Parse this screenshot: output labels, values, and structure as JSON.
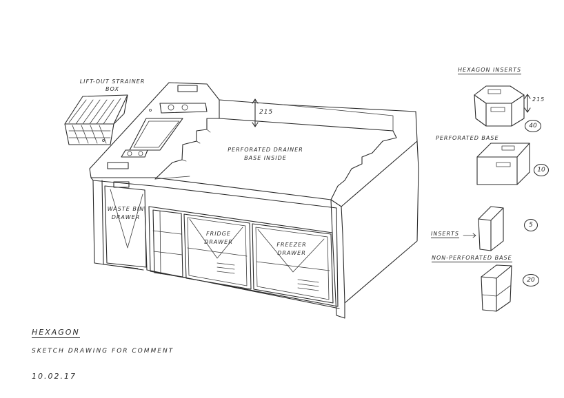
{
  "labels": {
    "strainer_box": "LIFT-OUT STRAINER BOX",
    "dim_main": "215",
    "drainer_base": "PERFORATED DRAINER BASE INSIDE",
    "waste_bin": "WASTE BIN DRAWER",
    "fridge_drawer": "FRIDGE DRAWER",
    "freezer_drawer": "FREEZER DRAWER",
    "hexagon_inserts": "HEXAGON INSERTS",
    "dim_insert": "215",
    "perforated_base": "PERFORATED BASE",
    "inserts": "INSERTS",
    "non_perforated_base": "NON-PERFORATED BASE"
  },
  "counts": {
    "hexagon_inserts": "40",
    "perforated_base": "10",
    "inserts": "5",
    "non_perforated_base": "20"
  },
  "title_block": {
    "name": "HEXAGON",
    "description": "SKETCH DRAWING FOR COMMENT",
    "date": "10.02.17"
  }
}
